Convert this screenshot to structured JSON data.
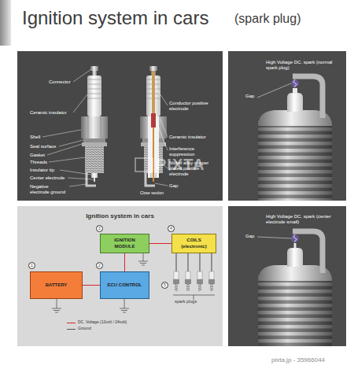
{
  "diagram": {
    "title": "Ignition system in cars",
    "nodes": [
      {
        "text": [
          "Ignition system in cars"
        ]
      },
      {
        "text": [
          "IGNITION MODULE"
        ],
        "in": 0
      },
      {
        "text": [
          "COILS (electronic)"
        ],
        "in": 0
      },
      {
        "text": [
          "BATTERY"
        ],
        "in": 0
      },
      {
        "text": [
          "ECU CONTROL"
        ],
        "in": 0
      }
    ],
    "edges": [
      {
        "from": 3,
        "to": 4,
        "arrow": "none"
      },
      {
        "from": 4,
        "to": 1,
        "arrow": "none"
      },
      {
        "from": 1,
        "to": 2,
        "arrow": "none"
      }
    ],
    "labels": [
      "(spark plug)",
      "Connector",
      "Ceramic insulator",
      "Shell",
      "Seal surface",
      "Gasket",
      "Threads",
      "Insulator tip",
      "Center electrode",
      "Negative electrode ground",
      "Conductor positive electrode",
      "Ceramic insulator",
      "Interference suppression",
      "Nickel alloy copper plated positive electrode",
      "Gap",
      "Close section",
      "High Voltage DC. spark (normal spark plug)",
      "Gap",
      "High Voltage DC. spark (center electrode small)",
      "Gap",
      "3",
      "4",
      "1",
      "2",
      "5",
      "spark plugs",
      "PIXTA",
      "pixta.jp - 35966044"
    ],
    "legend": [
      {
        "text": "DC. Voltage (12volt / 24volt)"
      },
      {
        "text": "Ground"
      }
    ]
  }
}
